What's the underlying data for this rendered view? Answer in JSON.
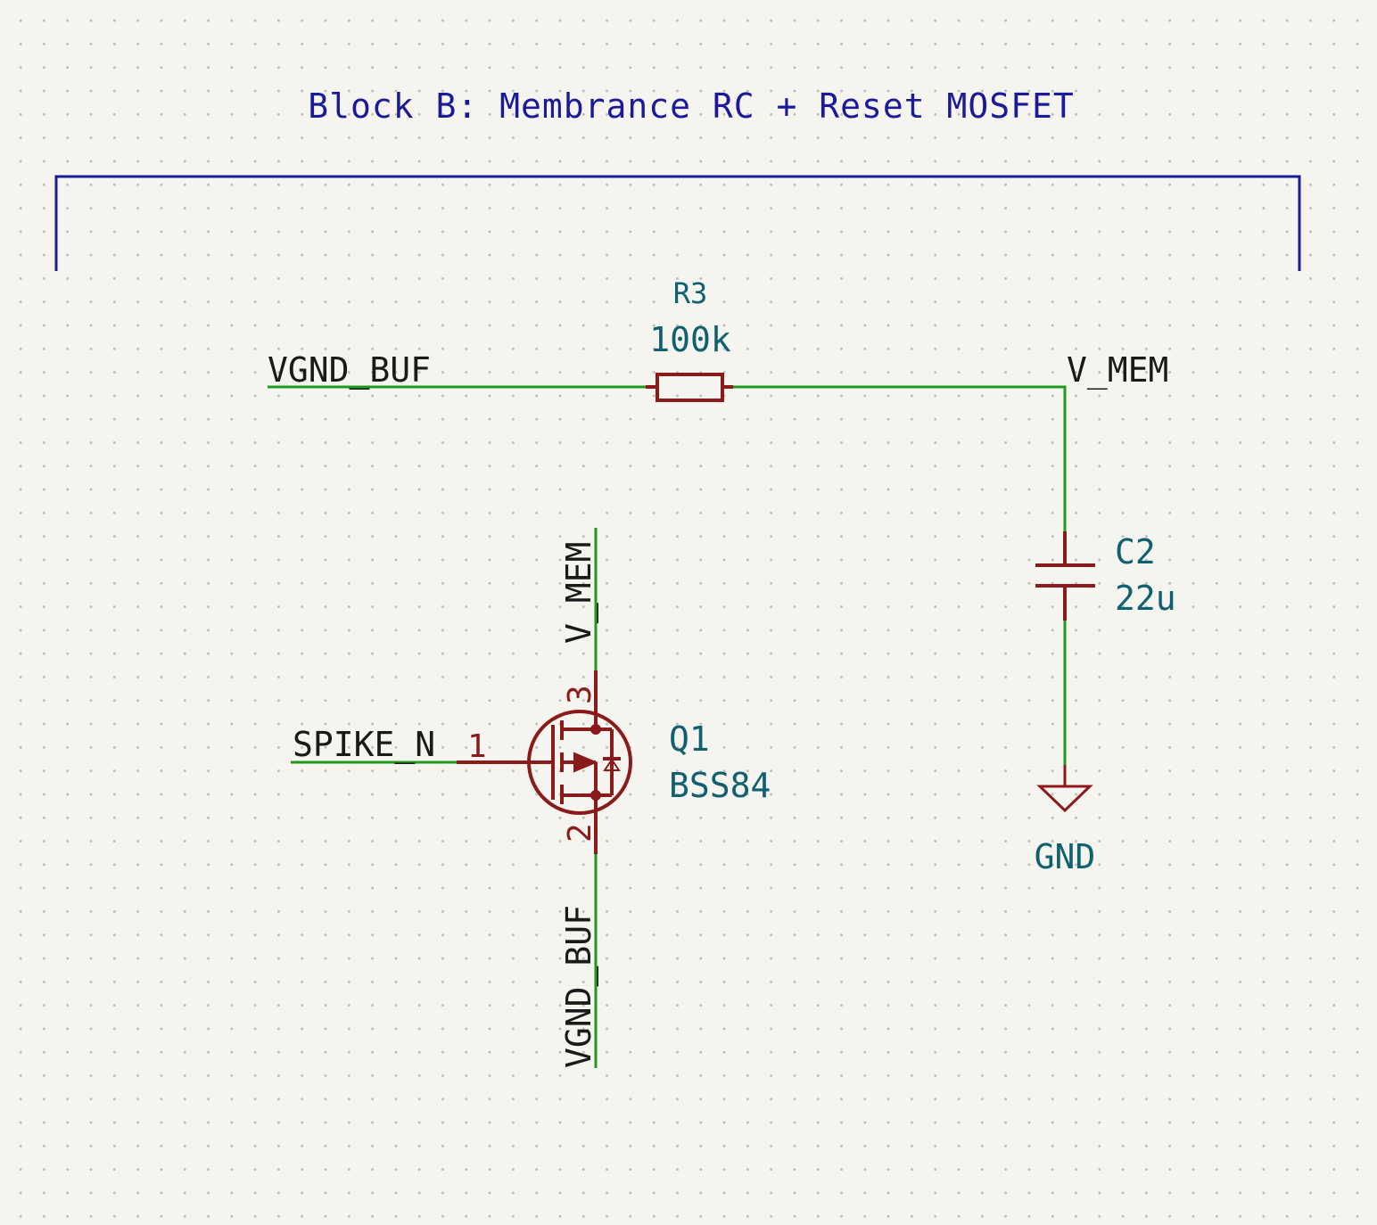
{
  "title": "Block B: Membrance RC + Reset MOSFET",
  "nets": {
    "vgnd_buf_top": "VGND_BUF",
    "v_mem_top": "V_MEM",
    "v_mem_vertical": "V_MEM",
    "vgnd_buf_vertical": "VGND_BUF",
    "spike_n": "SPIKE_N"
  },
  "components": {
    "r3": {
      "ref": "R3",
      "value": "100k"
    },
    "c2": {
      "ref": "C2",
      "value": "22u"
    },
    "q1": {
      "ref": "Q1",
      "value": "BSS84",
      "pins": {
        "gate": "1",
        "source": "2",
        "drain": "3"
      }
    },
    "gnd": {
      "label": "GND"
    }
  },
  "colors": {
    "wire": "#1f9a1f",
    "component": "#8b1a1a",
    "reference": "#0f6070",
    "frame": "#1b1b9a",
    "background": "#f5f4ef"
  }
}
